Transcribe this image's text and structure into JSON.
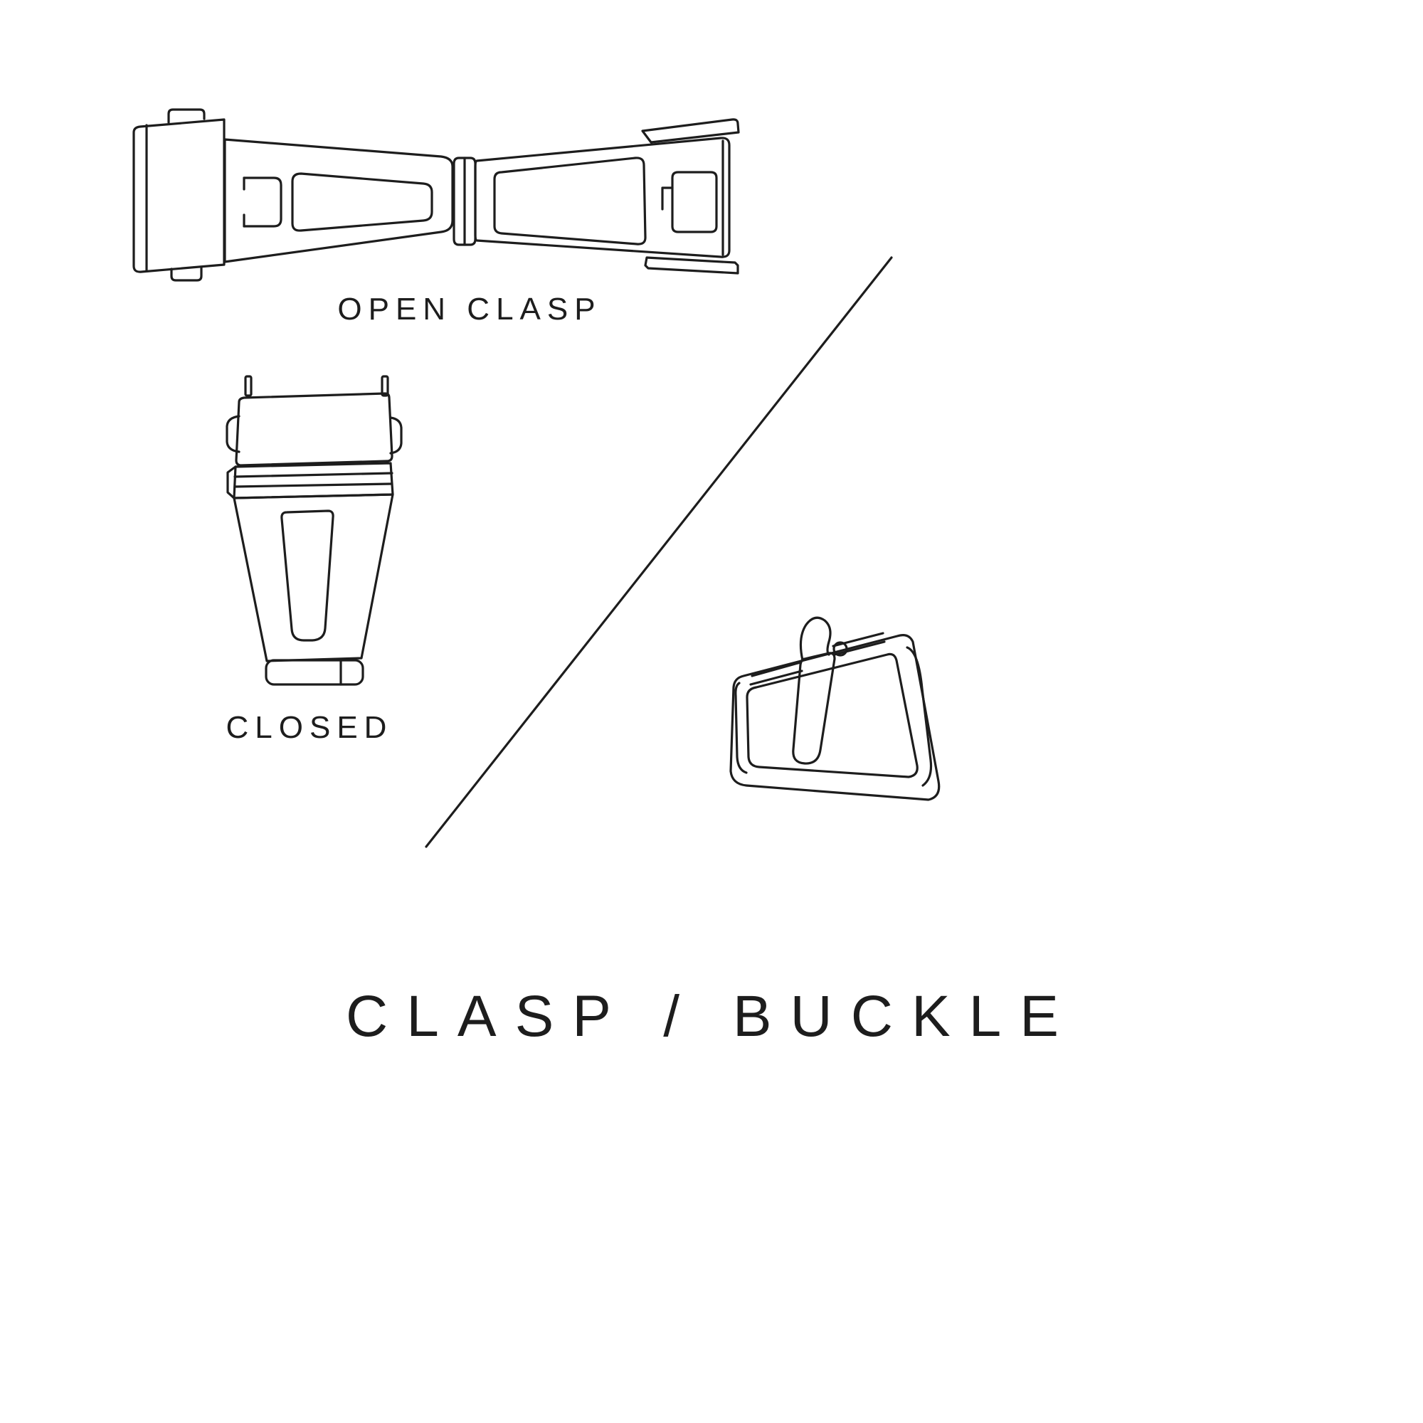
{
  "page": {
    "title": "CLASP / BUCKLE",
    "background_color": "#ffffff",
    "line_color": "#1d1d1d"
  },
  "figures": {
    "open_clasp": {
      "icon": "open-clasp-illustration",
      "label": "OPEN CLASP"
    },
    "closed_clasp": {
      "icon": "closed-clasp-illustration",
      "label": "CLOSED"
    },
    "buckle": {
      "icon": "buckle-illustration",
      "label": ""
    },
    "divider": {
      "icon": "diagonal-divider-line"
    }
  }
}
